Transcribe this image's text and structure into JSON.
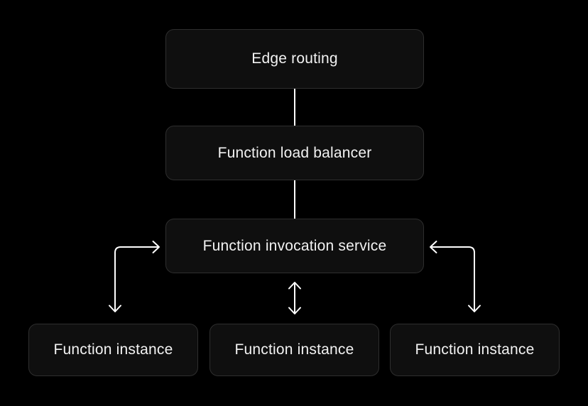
{
  "diagram": {
    "nodes": {
      "edge_routing": {
        "label": "Edge routing"
      },
      "function_load_balancer": {
        "label": "Function load balancer"
      },
      "function_invocation_service": {
        "label": "Function invocation service"
      },
      "function_instance_1": {
        "label": "Function instance"
      },
      "function_instance_2": {
        "label": "Function instance"
      },
      "function_instance_3": {
        "label": "Function instance"
      }
    },
    "edges": [
      {
        "from": "edge_routing",
        "to": "function_load_balancer",
        "style": "line"
      },
      {
        "from": "function_load_balancer",
        "to": "function_invocation_service",
        "style": "line"
      },
      {
        "from": "function_invocation_service",
        "to": "function_instance_1",
        "style": "bidirectional-elbow"
      },
      {
        "from": "function_invocation_service",
        "to": "function_instance_2",
        "style": "bidirectional-straight"
      },
      {
        "from": "function_invocation_service",
        "to": "function_instance_3",
        "style": "bidirectional-elbow"
      }
    ],
    "colors": {
      "background": "#000000",
      "node_fill": "#0f0f0f",
      "node_border": "#2e2e2e",
      "node_text": "#f2f2f2",
      "connector": "#ffffff"
    }
  }
}
